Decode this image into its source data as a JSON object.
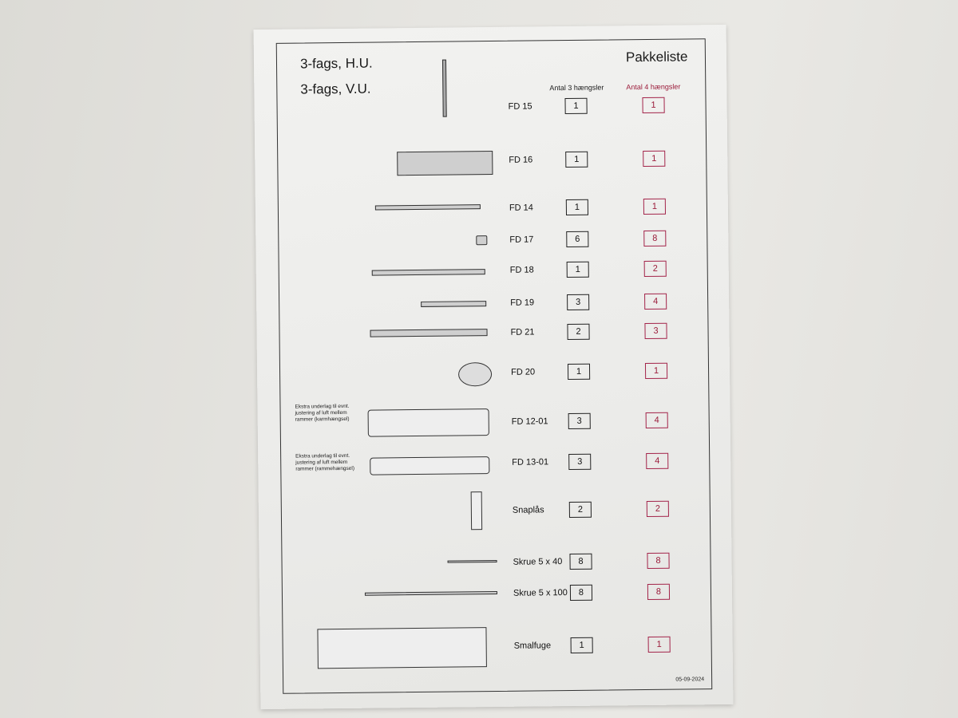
{
  "document": {
    "title_line1": "3-fags, H.U.",
    "title_line2": "3-fags, V.U.",
    "doc_title": "Pakkeliste",
    "col3_header": "Antal 3 hængsler",
    "col4_header": "Antal 4 hængsler",
    "date": "05-09-2024",
    "notes": [
      "Ekstra underlag til evnt. justering af luft mellem rammer (karmhængsel)",
      "Ekstra underlag til evnt. justering af luft mellem rammer (rammehængsel)"
    ],
    "items": [
      {
        "name": "FD 15",
        "count3": "1",
        "count4": "1"
      },
      {
        "name": "FD 16",
        "count3": "1",
        "count4": "1"
      },
      {
        "name": "FD 14",
        "count3": "1",
        "count4": "1"
      },
      {
        "name": "FD 17",
        "count3": "6",
        "count4": "8"
      },
      {
        "name": "FD 18",
        "count3": "1",
        "count4": "2"
      },
      {
        "name": "FD 19",
        "count3": "3",
        "count4": "4"
      },
      {
        "name": "FD 21",
        "count3": "2",
        "count4": "3"
      },
      {
        "name": "FD 20",
        "count3": "1",
        "count4": "1"
      },
      {
        "name": "FD 12-01",
        "count3": "3",
        "count4": "4"
      },
      {
        "name": "FD 13-01",
        "count3": "3",
        "count4": "4"
      },
      {
        "name": "Snaplås",
        "count3": "2",
        "count4": "2"
      },
      {
        "name": "Skrue 5 x 40",
        "count3": "8",
        "count4": "8"
      },
      {
        "name": "Skrue 5 x 100",
        "count3": "8",
        "count4": "8"
      },
      {
        "name": "Smalfuge",
        "count3": "1",
        "count4": "1"
      }
    ],
    "accent_red": "#9b1b3a"
  }
}
